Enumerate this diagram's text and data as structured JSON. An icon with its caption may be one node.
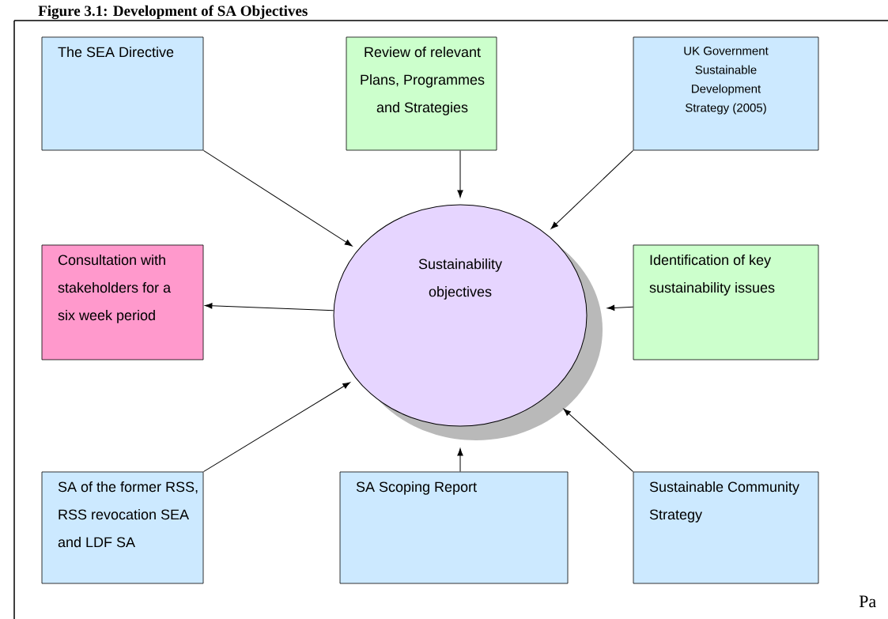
{
  "diagram": {
    "title": "Figure 3.1: Development of SA Objectives",
    "nodes": [
      {
        "text": [
          "The SEA Directive"
        ]
      },
      {
        "text": [
          "Review of relevant Plans, Programmes and Strategies"
        ]
      },
      {
        "text": [
          "UK Government Sustainable Development Strategy (2005)"
        ]
      },
      {
        "text": [
          "Consultation with stakeholders for a six week period"
        ]
      },
      {
        "text": [
          "Sustainability objectives"
        ]
      },
      {
        "text": [
          "Identification of key sustainability issues"
        ]
      },
      {
        "text": [
          "SA of the former RSS, RSS revocation SEA and LDF SA"
        ]
      },
      {
        "text": [
          "SA Scoping Report"
        ]
      },
      {
        "text": [
          "Sustainable Community Strategy"
        ]
      }
    ],
    "edges": [
      {
        "from": 0,
        "to": 4,
        "arrow": "to"
      },
      {
        "from": 1,
        "to": 4,
        "arrow": "to"
      },
      {
        "from": 2,
        "to": 4,
        "arrow": "to"
      },
      {
        "from": 4,
        "to": 3,
        "arrow": "to"
      },
      {
        "from": 5,
        "to": 4,
        "arrow": "to"
      },
      {
        "from": 6,
        "to": 4,
        "arrow": "to"
      },
      {
        "from": 7,
        "to": 4,
        "arrow": "to"
      },
      {
        "from": 8,
        "to": 4,
        "arrow": "to"
      }
    ],
    "labels": [
      "Pa"
    ]
  }
}
